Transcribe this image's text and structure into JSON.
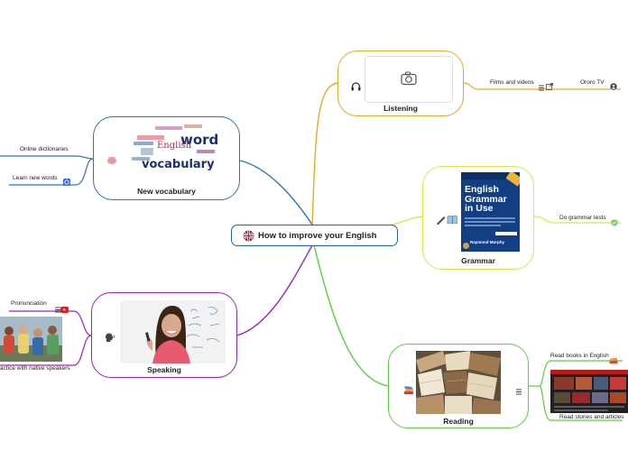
{
  "central": {
    "title": "How to improve your English",
    "color": "#1f5fbf"
  },
  "branches": {
    "listening": {
      "title": "Listening",
      "color": "#f5a623",
      "children": [
        "Films and videos",
        "Ororo TV"
      ]
    },
    "grammar": {
      "title": "Grammar",
      "color": "#d9e84a",
      "book_title": "English Grammar in Use",
      "book_author": "Raymond Murphy",
      "children": [
        "Do grammar tests"
      ]
    },
    "vocabulary": {
      "title": "New vocabulary",
      "color": "#2b6fe0",
      "wordcloud": [
        "words",
        "vocabulary",
        "English"
      ],
      "children": [
        "Online dictionaries",
        "Learn new words"
      ]
    },
    "speaking": {
      "title": "Speaking",
      "color": "#a020c8",
      "children": [
        "Pronunciation",
        "actice with native speakers"
      ]
    },
    "reading": {
      "title": "Reading",
      "color": "#55d43a",
      "children": [
        "Read books in English",
        "Read stories and articles"
      ]
    }
  },
  "icons": {
    "central": "uk-flag-icon",
    "listening": "headphones-icon",
    "grammar": "pencil-book-icon",
    "vocabulary": "brain-icon",
    "speaking": "speaking-head-icon",
    "reading": "books-icon",
    "attachment": "camera-icon",
    "notes": "notes-icon",
    "link": "external-link-icon",
    "user": "user-icon",
    "checkmark": "checkmark-icon",
    "book": "book-icon",
    "video": "video-icon",
    "target": "target-icon"
  }
}
